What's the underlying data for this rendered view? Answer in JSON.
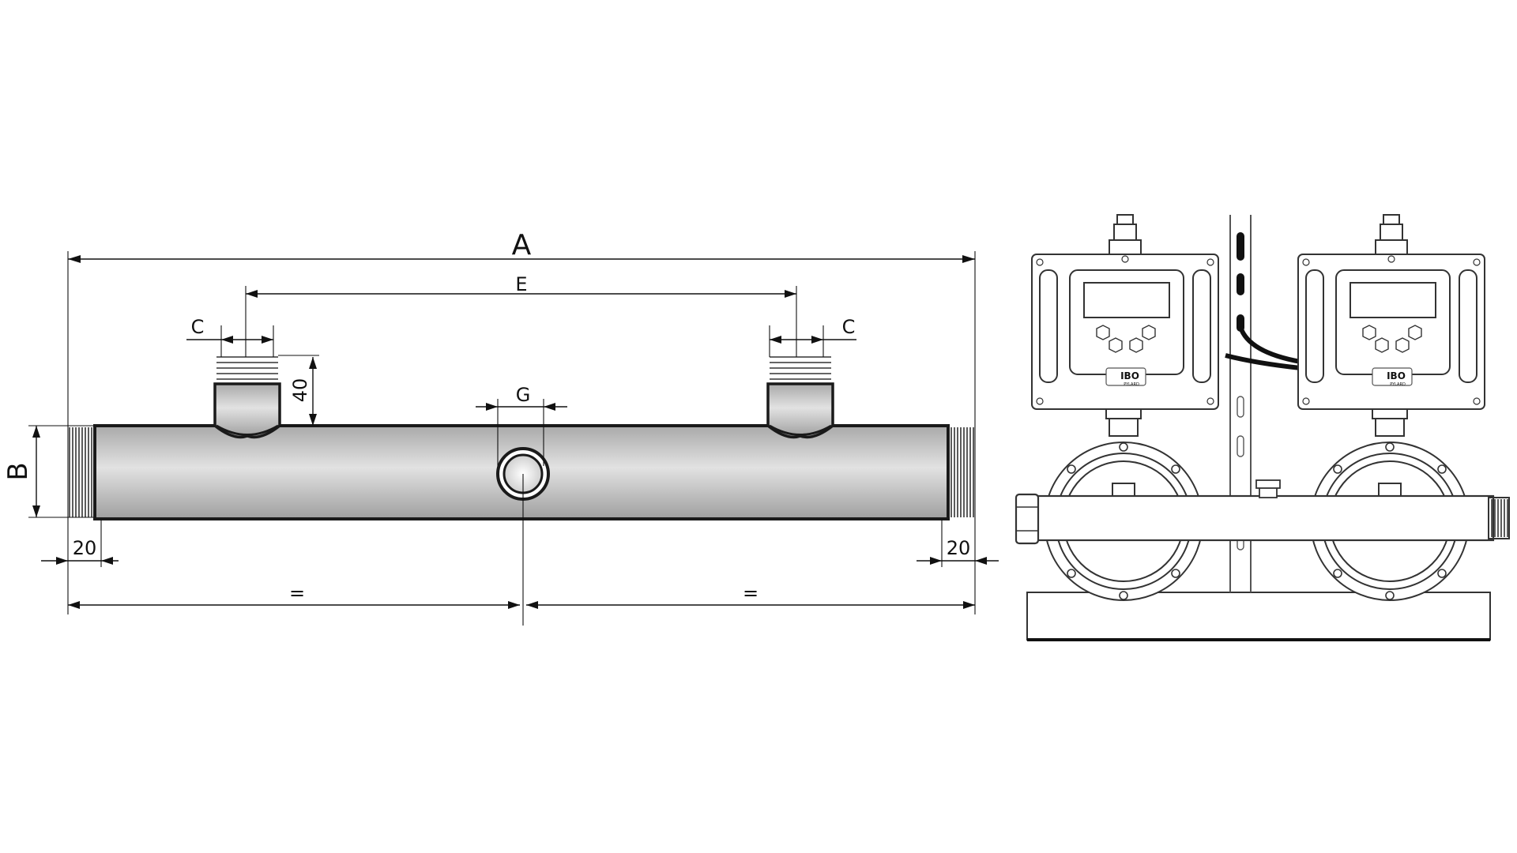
{
  "diagram": {
    "labels": {
      "overall_length": "A",
      "pipe_height": "B",
      "port_width_left": "C",
      "port_width_right": "C",
      "port_spacing": "E",
      "center_port": "G",
      "port_height": "40",
      "left_thread": "20",
      "right_thread": "20",
      "half_left": "=",
      "half_right": "=",
      "logo_text": "IBO",
      "logo_subtext": "PYLARD"
    },
    "colors": {
      "pipe_fill_light": "#d6d6d6",
      "pipe_fill_dark": "#a9a9a9",
      "outline": "#1a1a1a",
      "cable": "#111111"
    }
  }
}
